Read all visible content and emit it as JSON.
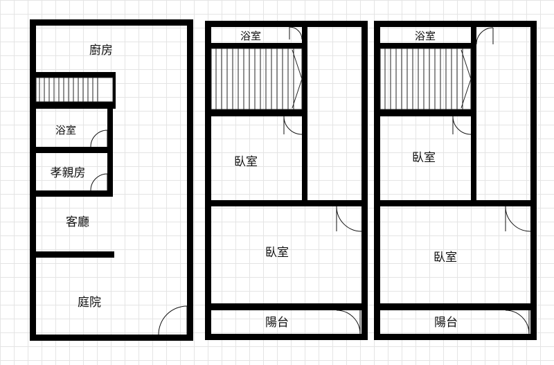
{
  "floor1": {
    "kitchen": "廚房",
    "bathroom": "浴室",
    "parents_room": "孝親房",
    "living_room": "客廳",
    "courtyard": "庭院"
  },
  "floor2": {
    "bathroom": "浴室",
    "bedroom_upper": "臥室",
    "bedroom_lower": "臥室",
    "balcony": "陽台"
  },
  "floor3": {
    "bathroom": "浴室",
    "bedroom_upper": "臥室",
    "bedroom_lower": "臥室",
    "balcony": "陽台"
  },
  "colors": {
    "wall": "#000000",
    "grid": "#e4e4e4",
    "background": "#ffffff"
  }
}
